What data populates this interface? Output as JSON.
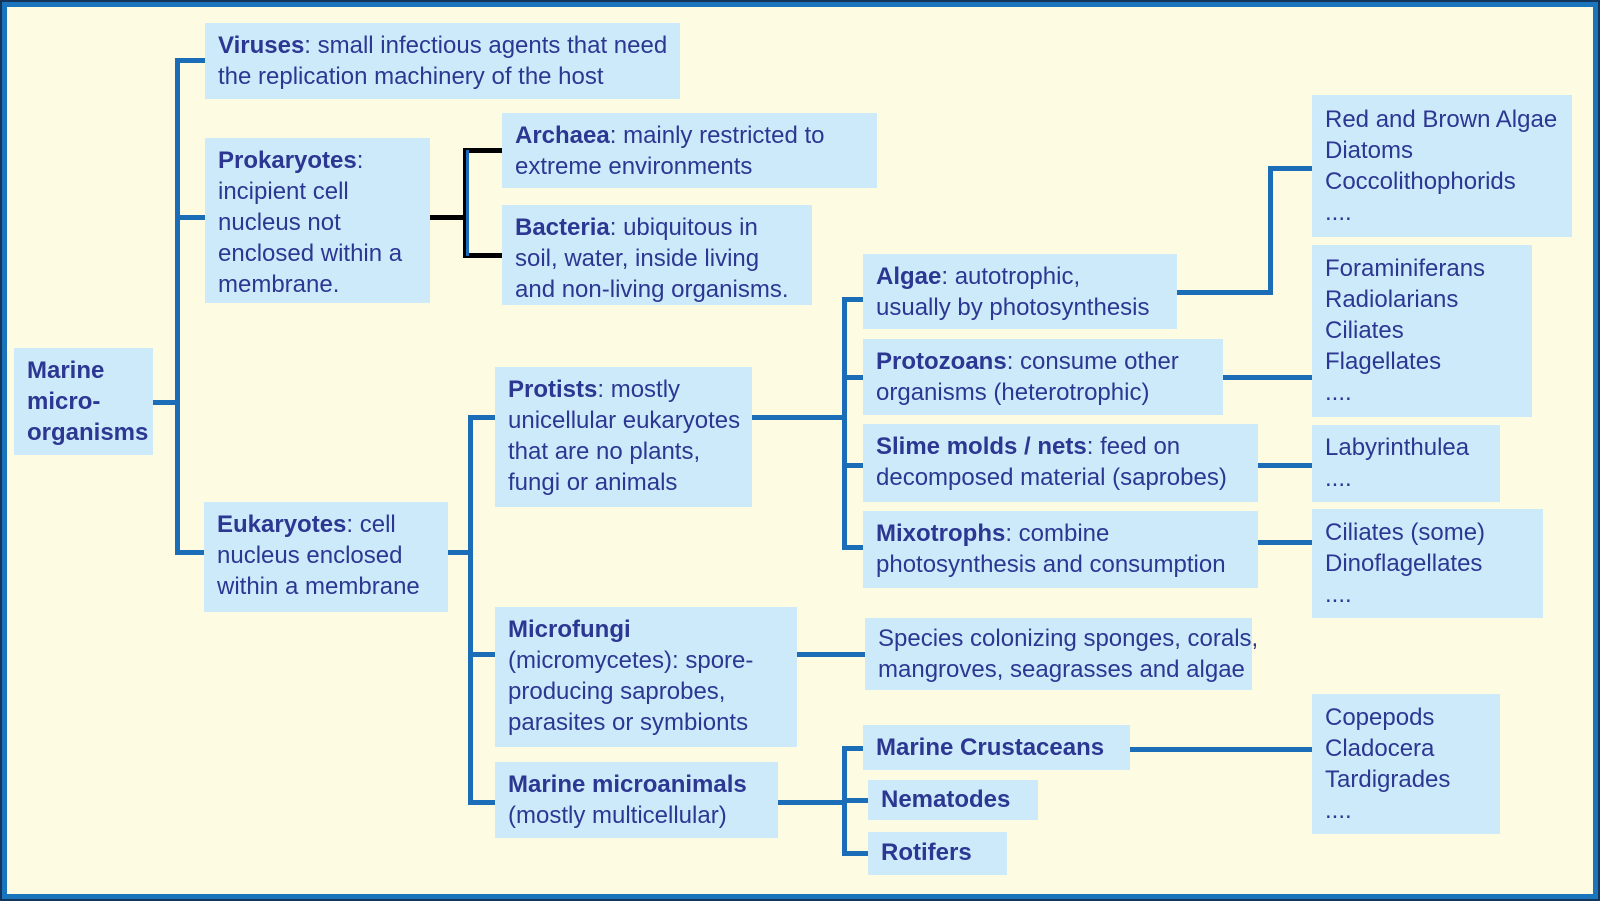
{
  "colors": {
    "bg": "#fdfce3",
    "box-fill": "#cdeafb",
    "ink": "#2c3792",
    "line-blue": "#1a6db6",
    "line-black": "#000000",
    "frame-inner": "#1b75bc",
    "frame-outer": "#14365c"
  },
  "nodes": {
    "root": {
      "lines": [
        "Marine",
        "micro-",
        "organisms"
      ]
    },
    "viruses": {
      "name": "Viruses",
      "tail": ": small infectious agents that need",
      "lines": [
        "the replication machinery of the host"
      ]
    },
    "prokaryotes": {
      "name": "Prokaryotes",
      "tail": ":",
      "lines": [
        "incipient cell",
        "nucleus not",
        "enclosed within a",
        "membrane."
      ]
    },
    "archaea": {
      "name": "Archaea",
      "tail": ": mainly restricted to",
      "lines": [
        "extreme environments"
      ]
    },
    "bacteria": {
      "name": "Bacteria",
      "tail": ": ubiquitous in",
      "lines": [
        "soil, water, inside living",
        "and non-living organisms."
      ]
    },
    "eukaryotes": {
      "name": "Eukaryotes",
      "tail": ": cell",
      "lines": [
        "nucleus enclosed",
        "within a membrane"
      ]
    },
    "protists": {
      "name": "Protists",
      "tail": ": mostly",
      "lines": [
        "unicellular eukaryotes",
        "that are no plants,",
        "fungi or animals"
      ]
    },
    "microfungi": {
      "name": "Microfungi",
      "lines": [
        "(micromycetes): spore-",
        "producing saprobes,",
        "parasites or symbionts"
      ]
    },
    "marine_microanimals": {
      "name": "Marine microanimals",
      "lines": [
        "(mostly multicellular)"
      ]
    },
    "algae": {
      "name": "Algae",
      "tail": ": autotrophic,",
      "lines": [
        "usually by photosynthesis"
      ]
    },
    "protozoans": {
      "name": "Protozoans",
      "tail": ": consume other",
      "lines": [
        "organisms (heterotrophic)"
      ]
    },
    "slime_molds": {
      "name": "Slime molds / nets",
      "tail": ": feed on",
      "lines": [
        "decomposed material (saprobes)"
      ]
    },
    "mixotrophs": {
      "name": "Mixotrophs",
      "tail": ": combine",
      "lines": [
        "photosynthesis and consumption"
      ]
    },
    "microfungi_examples": {
      "lines": [
        "Species colonizing sponges, corals,",
        "mangroves, seagrasses and algae"
      ]
    },
    "marine_crustaceans": {
      "name": "Marine Crustaceans"
    },
    "nematodes": {
      "name": "Nematodes"
    },
    "rotifers": {
      "name": "Rotifers"
    },
    "algae_examples": {
      "lines": [
        "Red and Brown Algae",
        "Diatoms",
        "Coccolithophorids",
        "...."
      ]
    },
    "protozoan_examples": {
      "lines": [
        "Foraminiferans",
        "Radiolarians",
        "Ciliates",
        "Flagellates",
        "...."
      ]
    },
    "slime_examples": {
      "lines": [
        "Labyrinthulea",
        "...."
      ]
    },
    "mixotroph_examples": {
      "lines": [
        "Ciliates (some)",
        "Dinoflagellates",
        "...."
      ]
    },
    "crustacean_examples": {
      "lines": [
        "Copepods",
        "Cladocera",
        "Tardigrades",
        "...."
      ]
    }
  }
}
